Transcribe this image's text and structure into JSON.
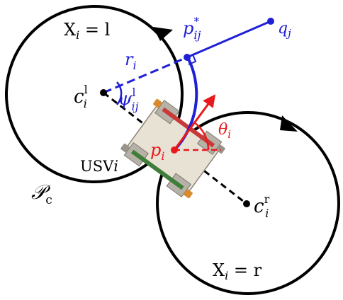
{
  "labels": {
    "x_left": "X",
    "x_left_sub": "i",
    "x_left_val": " = l",
    "x_right": "X",
    "x_right_sub": "i",
    "x_right_val": " = r",
    "p_star": "p",
    "p_star_sup": "*",
    "p_star_sub": "ij",
    "q": "q",
    "q_sub": "j",
    "r": "r",
    "r_sub": "i",
    "c_left": "c",
    "c_left_sup": "l",
    "c_left_sub": "i",
    "psi": "ψ",
    "psi_sup": "l",
    "psi_sub": "ij",
    "theta": "θ",
    "theta_sub": "i",
    "p": "p",
    "p_sub": "i",
    "usv": "USV",
    "usv_i": "i",
    "pc": "𝒫",
    "pc_sub": "c",
    "c_right": "c",
    "c_right_sup": "r",
    "c_right_sub": "i"
  },
  "colors": {
    "black": "#000000",
    "blue": "#1f1fd6",
    "red": "#e8191c",
    "hull": "#e8e2d5",
    "pontoon": "#b7b2a8",
    "orange": "#d98a2b",
    "red_bar": "#c83a3a",
    "green_bar": "#3f7d3a"
  },
  "icons": {
    "arrow_head": "triangle-arrow",
    "vessel": "usv-top-view"
  }
}
